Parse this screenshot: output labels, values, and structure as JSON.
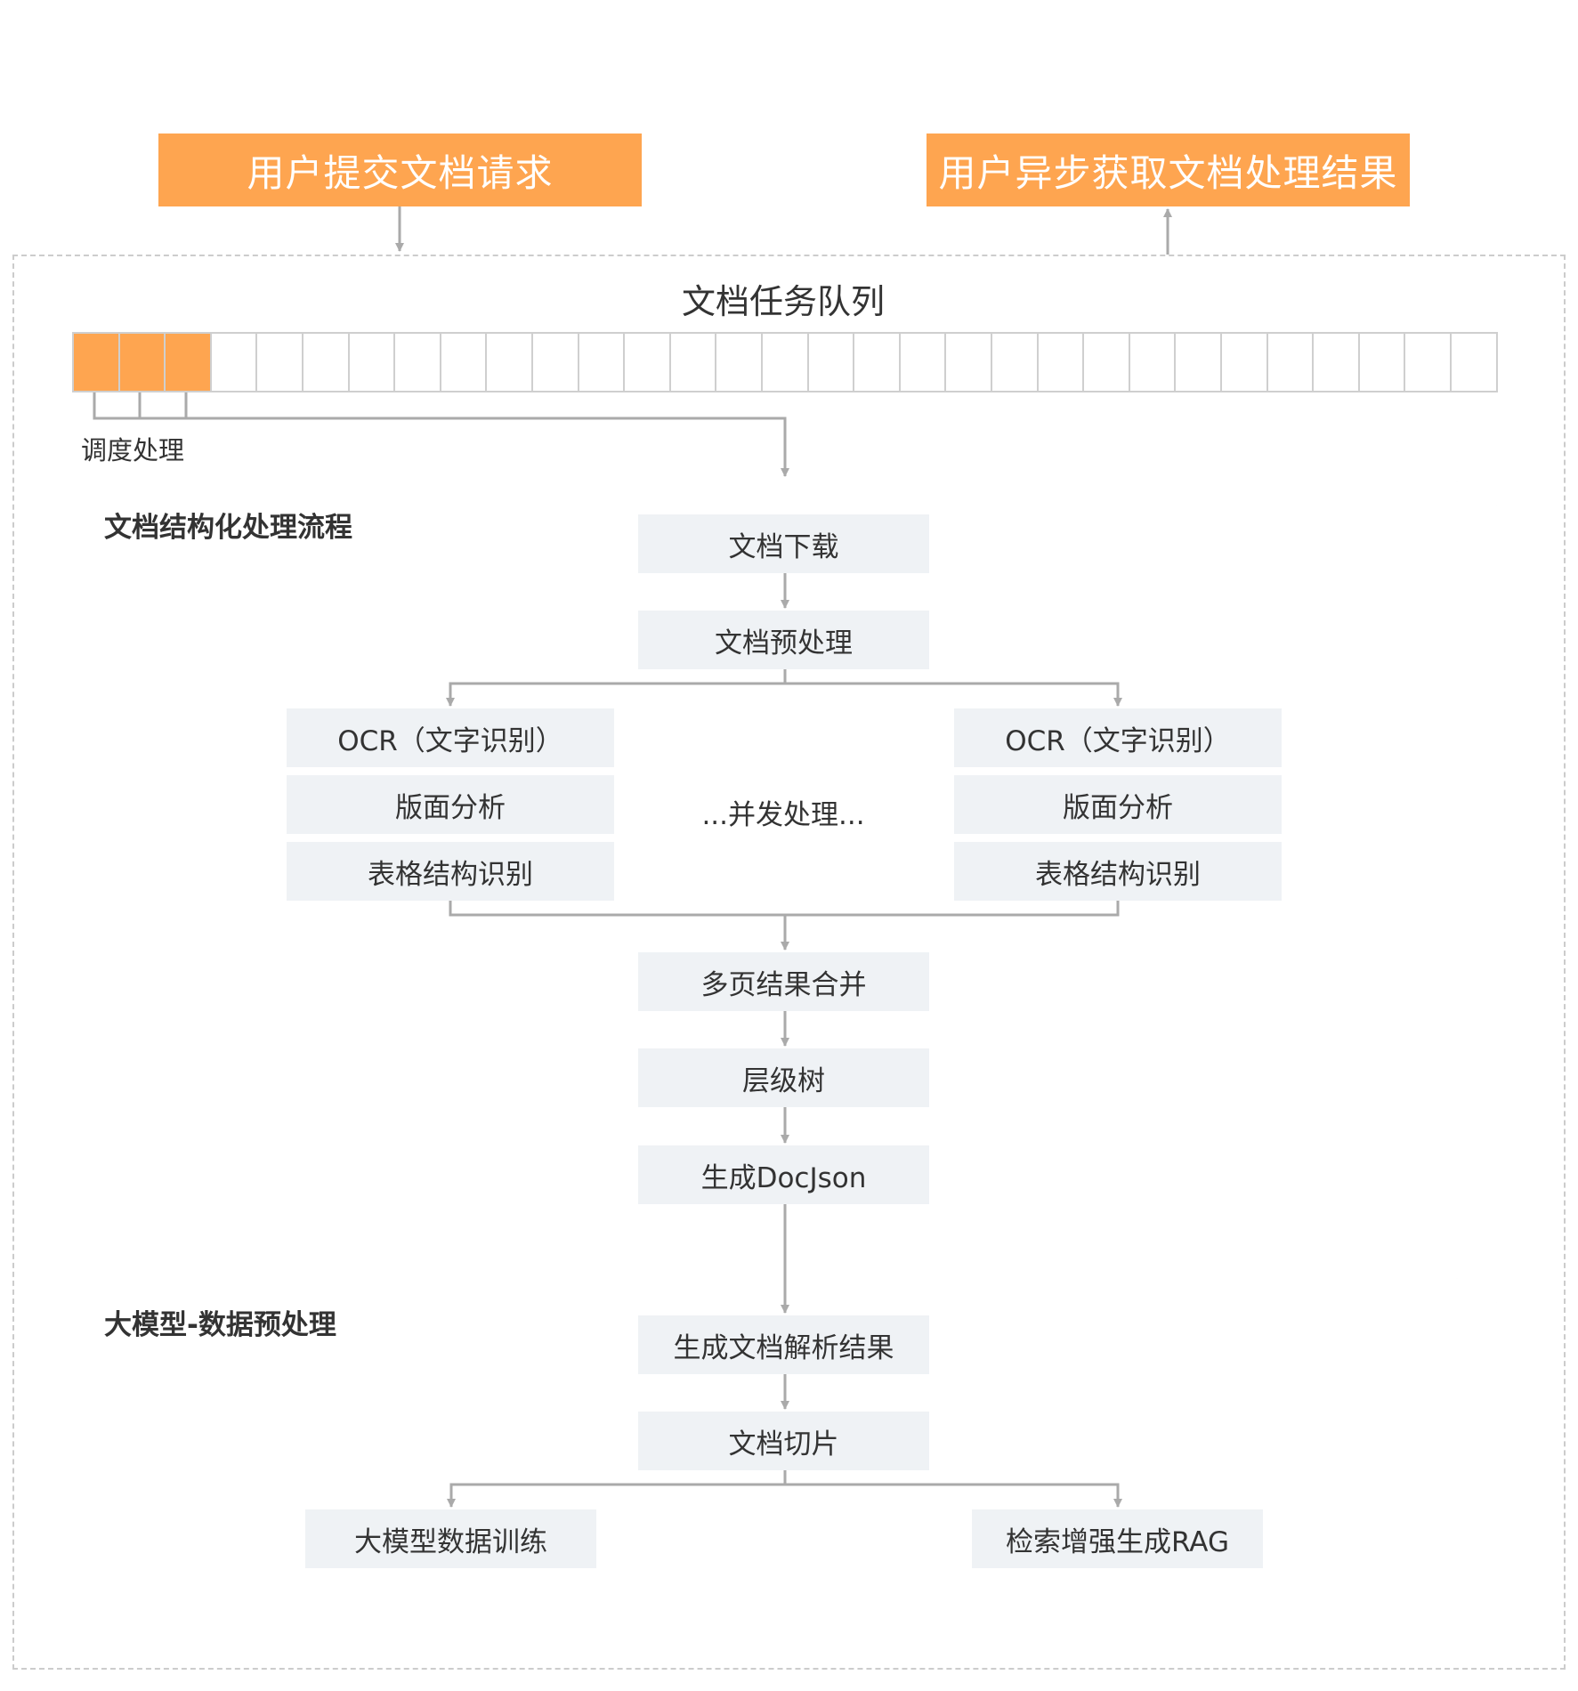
{
  "colors": {
    "accent": "#fea550",
    "node_fill": "#eff2f5",
    "arrow": "#aaaaaa",
    "cell_border": "#cfcfcf"
  },
  "top": {
    "submit_label": "用户提交文档请求",
    "result_label": "用户异步获取文档处理结果"
  },
  "queue": {
    "title": "文档任务队列",
    "cell_count": 31,
    "active_cells": 3,
    "schedule_label": "调度处理"
  },
  "structuring": {
    "title": "文档结构化处理流程",
    "download": "文档下载",
    "preprocess": "文档预处理",
    "left": {
      "ocr": "OCR（文字识别）",
      "layout": "版面分析",
      "table": "表格结构识别"
    },
    "parallel_label": "...并发处理...",
    "right": {
      "ocr": "OCR（文字识别）",
      "layout": "版面分析",
      "table": "表格结构识别"
    },
    "merge": "多页结果合并",
    "tree": "层级树",
    "docjson": "生成DocJson"
  },
  "llm": {
    "title": "大模型-数据预处理",
    "parse_result": "生成文档解析结果",
    "slicing": "文档切片",
    "training": "大模型数据训练",
    "rag": "检索增强生成RAG"
  }
}
